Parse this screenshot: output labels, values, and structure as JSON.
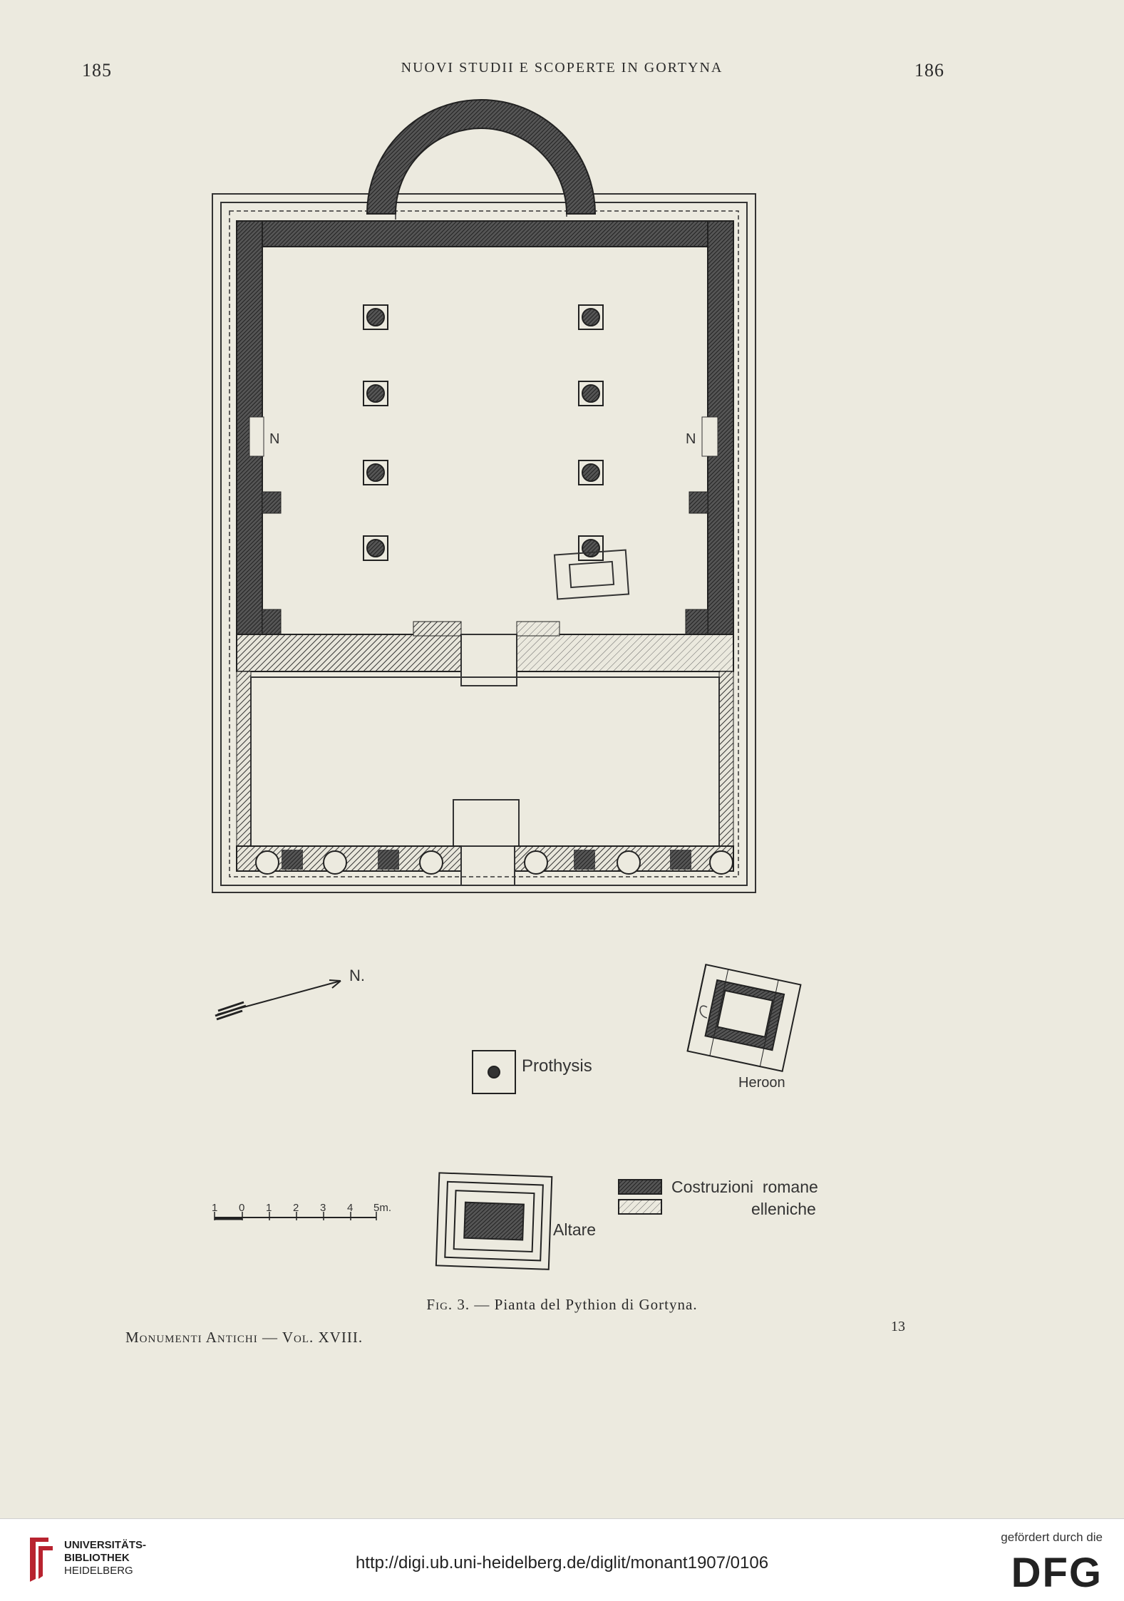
{
  "header": {
    "page_left": "185",
    "title": "NUOVI STUDII E SCOPERTE IN GORTYNA",
    "page_right": "186"
  },
  "plan": {
    "north_label": "N.",
    "niche_label_left": "N",
    "niche_label_right": "N",
    "prothysis_label": "Prothysis",
    "heroon_label": "Heroon",
    "altare_label": "Altare",
    "legend": {
      "roman": "Costruzioni  romane",
      "hellenic": "elleniche"
    },
    "scale": {
      "ticks": [
        "1",
        "0",
        "1",
        "2",
        "3",
        "4",
        "5m."
      ]
    }
  },
  "caption": {
    "prefix": "Fig. 3.",
    "text": "— Pianta del Pythion di Gortyna."
  },
  "footer": {
    "left": "Monumenti Antichi — Vol. XVIII.",
    "right": "13"
  },
  "bottom_bar": {
    "library_line1": "UNIVERSITÄTS-",
    "library_line2": "BIBLIOTHEK",
    "library_line3": "HEIDELBERG",
    "url": "http://digi.ub.uni-heidelberg.de/diglit/monant1907/0106",
    "sponsor_note": "gefördert durch die",
    "sponsor_logo": "DFG"
  },
  "colors": {
    "paper": "#eceadf",
    "ink": "#2a2a2a",
    "brand_red": "#b8232f"
  }
}
